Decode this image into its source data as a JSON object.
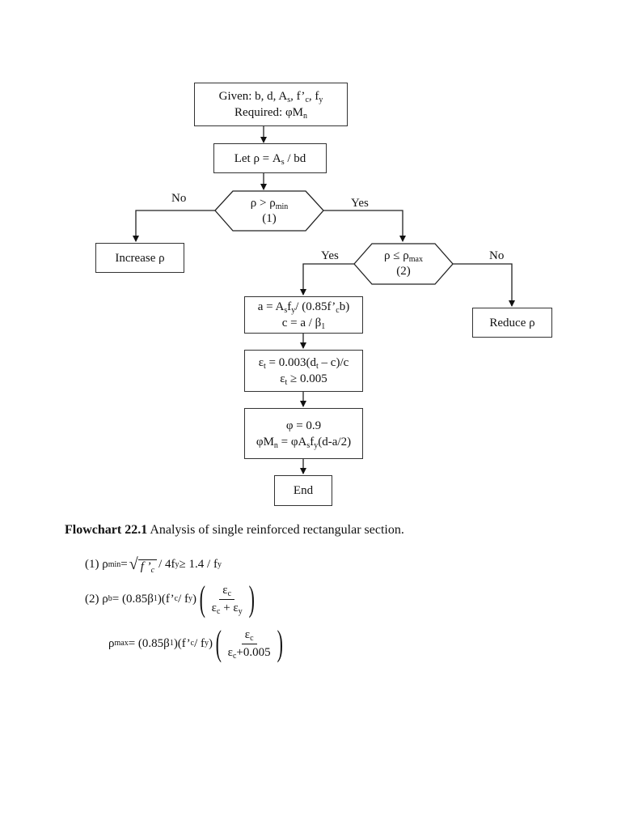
{
  "flowchart": {
    "given": {
      "l1": "Given: b, d, A",
      "s1": "s",
      "l1b": ", f’",
      "s2": "c",
      "l1c": ", f",
      "s3": "y",
      "l2": "Required: φM",
      "s4": "n"
    },
    "let_rho": {
      "a": "Let ρ = A",
      "s": "s",
      "b": " / bd"
    },
    "decision1": {
      "a": "ρ > ρ",
      "s": "min",
      "b": "(1)"
    },
    "decision1_no": "No",
    "decision1_yes": "Yes",
    "increase": "Increase ρ",
    "decision2": {
      "a": "ρ ≤ ρ",
      "s": "max",
      "b": "(2)"
    },
    "decision2_yes": "Yes",
    "decision2_no": "No",
    "reduce": "Reduce ρ",
    "step_a": {
      "a": "a = A",
      "s1": "s",
      "b": "f",
      "s2": "y",
      "c": "/ (0.85f’",
      "s3": "c",
      "d": "b)",
      "e": "c = a / β",
      "s4": "1"
    },
    "step_eps": {
      "a": "ε",
      "s1": "t",
      "b": " = 0.003(d",
      "s2": "t",
      "c": " – c)/c",
      "d": "ε",
      "s3": "t",
      "e": " ≥ 0.005"
    },
    "step_phi": {
      "a": "φ = 0.9",
      "b": "φM",
      "s1": "n",
      "c": " = φA",
      "s2": "s",
      "d": "f",
      "s3": "y",
      "e": "(d-a/2)"
    },
    "end": "End"
  },
  "caption": {
    "number": "Flowchart 22.1",
    "text": " Analysis of single reinforced rectangular section."
  },
  "equations": {
    "eq1": {
      "a": "(1) ρ",
      "s1": "min",
      "b": " = ",
      "rad": "f ’",
      "s2": "c",
      "c": " / 4f",
      "s3": "y",
      "d": " ≥  1.4 / f",
      "s4": "y"
    },
    "eq2": {
      "a": "(2) ρ",
      "s1": "b",
      "b": " = (0.85β",
      "s2": "1",
      "c": ")(f’",
      "s3": "c",
      "d": " / f",
      "s4": "y",
      "e": ")",
      "num": "ε",
      "num_s": "c",
      "den_a": "ε",
      "den_s1": "c",
      "den_b": " + ε",
      "den_s2": "y"
    },
    "eq3": {
      "a": "ρ",
      "s1": " max",
      "b": "= (0.85β",
      "s2": "1",
      "c": ")(f’",
      "s3": "c",
      "d": " / f",
      "s4": "y",
      "e": ")",
      "num": "ε",
      "num_s": "c",
      "den_a": "ε",
      "den_s1": "c",
      "den_b": "+0.005"
    }
  }
}
